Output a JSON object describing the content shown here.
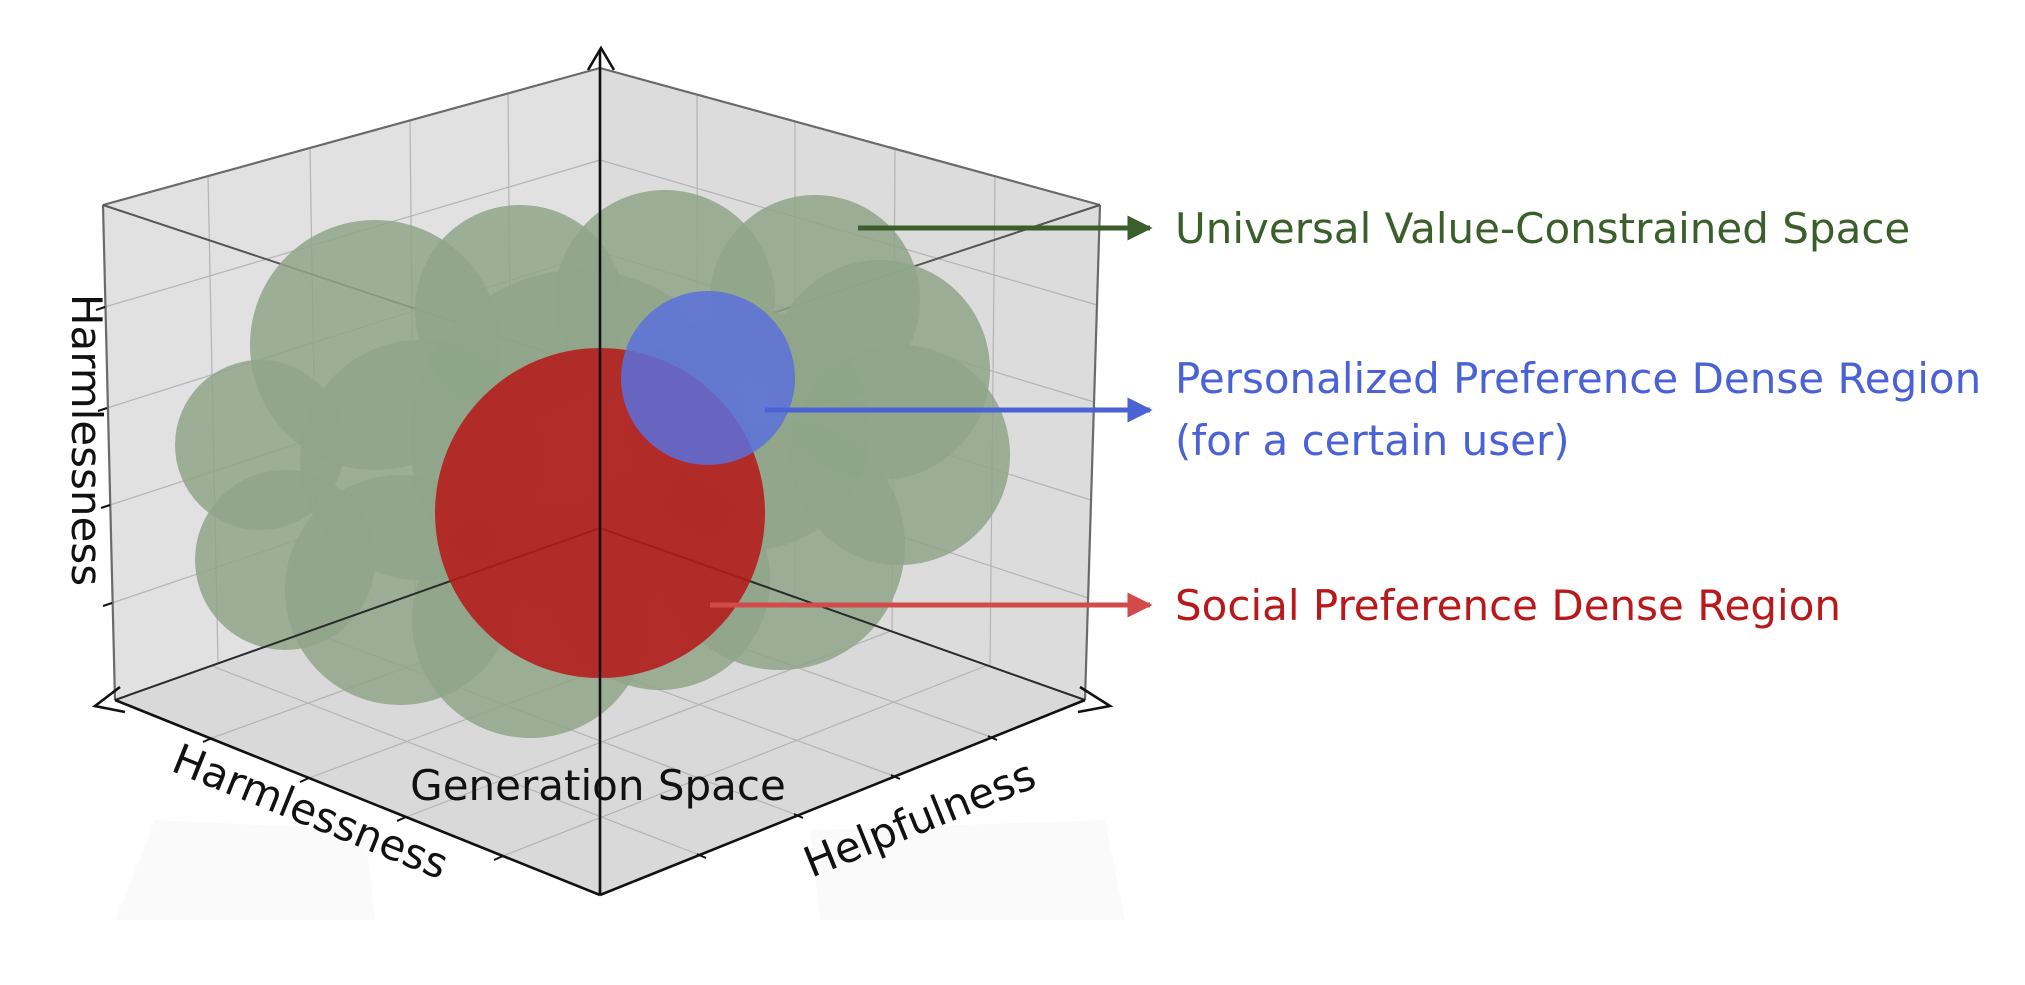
{
  "colors": {
    "universal": "#3a5f2b",
    "universal_fill": "#8fa588",
    "personalized": "#4a62d6",
    "personalized_fill": "#5a70db",
    "social": "#b8191b",
    "social_fill": "#b51a1a",
    "axis": "#111111",
    "pane": "#e1e1e1",
    "grid": "#b4b4b4"
  },
  "axes": {
    "vertical_label": "Harmlessness",
    "left_label": "Harmlessness",
    "right_label": "Helpfulness",
    "floor_label": "Generation Space"
  },
  "legend": {
    "universal": "Universal Value-Constrained Space",
    "personalized_line1": "Personalized Preference Dense Region",
    "personalized_line2": "(for a certain user)",
    "social": "Social Preference Dense Region"
  }
}
